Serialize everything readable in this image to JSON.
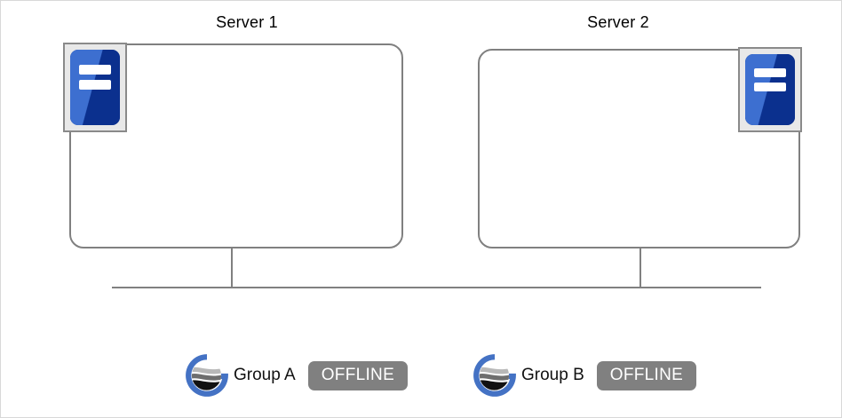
{
  "diagram": {
    "title_font_color": "#000000",
    "line_color": "#808080",
    "servers": [
      {
        "title": "Server 1",
        "icon_name": "server-icon",
        "icon_position": "top-left",
        "icon_color": "#0b308e"
      },
      {
        "title": "Server 2",
        "icon_name": "server-icon",
        "icon_position": "top-right",
        "icon_color": "#0b308e"
      }
    ],
    "bus": {
      "name": "shared-bus-line"
    }
  },
  "legend": {
    "items": [
      {
        "logo_name": "group-globe-logo",
        "logo_color": "#4472c4",
        "label": "Group A",
        "status": "OFFLINE",
        "status_color": "#808080"
      },
      {
        "logo_name": "group-globe-logo",
        "logo_color": "#4472c4",
        "label": "Group B",
        "status": "OFFLINE",
        "status_color": "#808080"
      }
    ]
  }
}
